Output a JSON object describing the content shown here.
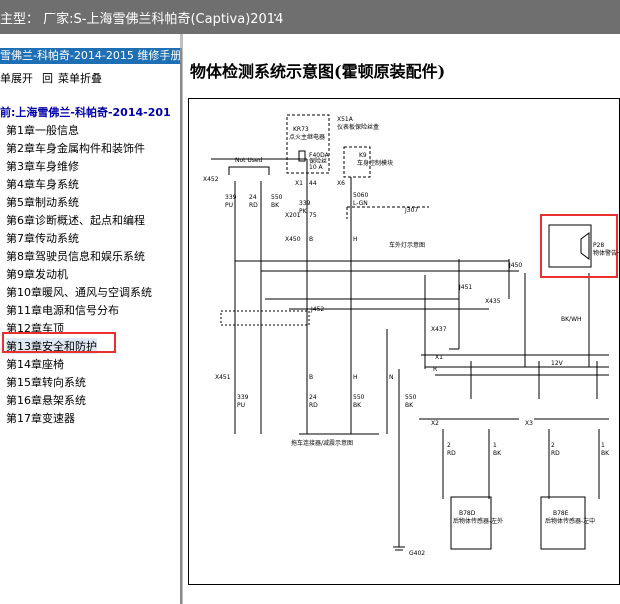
{
  "title": "主型： 厂家:S-上海雪佛兰科帕奇(Captiva)2014",
  "left_panel": {
    "header": "雪佛兰-科帕奇-2014-2015 维修手册",
    "toolbar": {
      "expand": "单展开",
      "collapse": "菜单折叠",
      "icon": "回"
    },
    "root": "前:上海雪佛兰-科帕奇-2014-201",
    "items": [
      "第1章一般信息",
      "第2章车身金属构件和装饰件",
      "第3章车身维修",
      "第4章车身系统",
      "第5章制动系统",
      "第6章诊断概述、起点和编程",
      "第7章传动系统",
      "第8章驾驶员信息和娱乐系统",
      "第9章发动机",
      "第10章暖风、通风与空调系统",
      "第11章电源和信号分布",
      "第12章车顶",
      "第13章安全和防护",
      "第14章座椅",
      "第15章转向系统",
      "第16章悬架系统",
      "第17章变速器"
    ],
    "selected_index": 12
  },
  "document": {
    "title": "物体检测系统示意图(霍顿原装配件)"
  },
  "diagram": {
    "labels": {
      "not_used": "Not Used",
      "x452": "X452",
      "x1": "X1",
      "x201": "X201",
      "x450": "X450",
      "x451": "X451",
      "x6": "X6",
      "x435": "X435",
      "x437": "X437",
      "x2": "X2",
      "x3": "X3",
      "j307": "J307",
      "j450": "J450",
      "j451": "J451",
      "j452": "J452",
      "x51a": "X51A",
      "x51a_desc": "仪表板保险丝盒",
      "kr73": "KR73",
      "kr73_desc": "点火主继电器",
      "f40da": "F40DA",
      "f40da_desc": "保险丝",
      "f40da_rating": "10 A",
      "k9": "K9",
      "k9_desc": "车身控制模块",
      "exterior_light": "车外灯示意图",
      "trailer": "拖车连接器/减震示意图",
      "p28": "P28",
      "p28_desc": "物体警告一蜂鸣器",
      "b78d": "B78D",
      "b78d_desc": "后物体传感器-左外",
      "b78e": "B78E",
      "b78e_desc": "后物体传感器-左中",
      "g402": "G402",
      "v339": "339",
      "v24": "24",
      "v550": "550",
      "v5060": "5060",
      "v2": "2",
      "v1": "1",
      "c_pu": "PU",
      "c_rd": "RD",
      "c_bk": "BK",
      "c_pk": "PK",
      "c_lgn": "L-GN",
      "c_bkwh": "BK/WH",
      "v12": "12V",
      "n44": "44",
      "n75": "75",
      "pin_b": "B",
      "pin_h": "H",
      "pin_n": "N",
      "pin_r": "R"
    }
  }
}
